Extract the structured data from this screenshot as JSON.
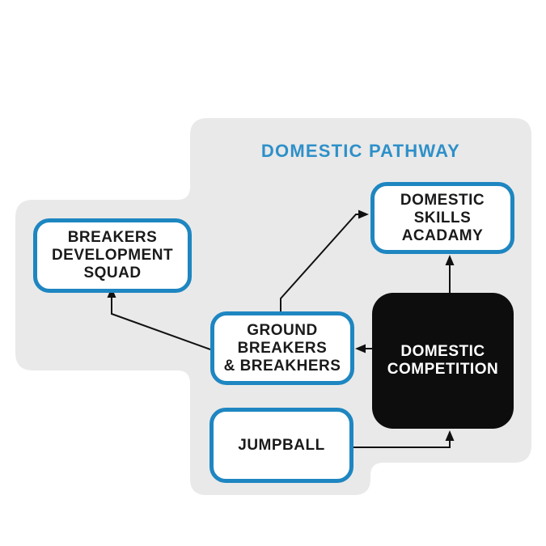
{
  "diagram": {
    "title": "DOMESTIC PATHWAY",
    "nodes": {
      "breakers_development_squad": {
        "style": "outlined",
        "lines": [
          "BREAKERS",
          "DEVELOPMENT",
          "SQUAD"
        ]
      },
      "domestic_skills_acadamy": {
        "style": "outlined",
        "lines": [
          "DOMESTIC",
          "SKILLS",
          "ACADAMY"
        ]
      },
      "ground_breakers": {
        "style": "outlined",
        "lines": [
          "GROUND",
          "BREAKERS",
          "& BREAKHERS"
        ]
      },
      "domestic_competition": {
        "style": "filled-black",
        "lines": [
          "DOMESTIC",
          "COMPETITION"
        ]
      },
      "jumpball": {
        "style": "outlined",
        "lines": [
          "JUMPBALL"
        ]
      }
    },
    "edges": [
      {
        "from": "ground_breakers",
        "to": "domestic_skills_acadamy"
      },
      {
        "from": "domestic_competition",
        "to": "ground_breakers"
      },
      {
        "from": "domestic_competition",
        "to": "domestic_skills_acadamy"
      },
      {
        "from": "ground_breakers",
        "to": "breakers_development_squad"
      },
      {
        "from": "jumpball",
        "to": "domestic_competition"
      }
    ],
    "colors": {
      "background": "#ffffff",
      "panel": "#e9e9e9",
      "node_border": "#1e86c1",
      "node_fill": "#ffffff",
      "filled_node": "#0d0d0d",
      "filled_node_text": "#ffffff",
      "title": "#2e90c9",
      "edge": "#111111",
      "text": "#1a1a1a"
    }
  }
}
